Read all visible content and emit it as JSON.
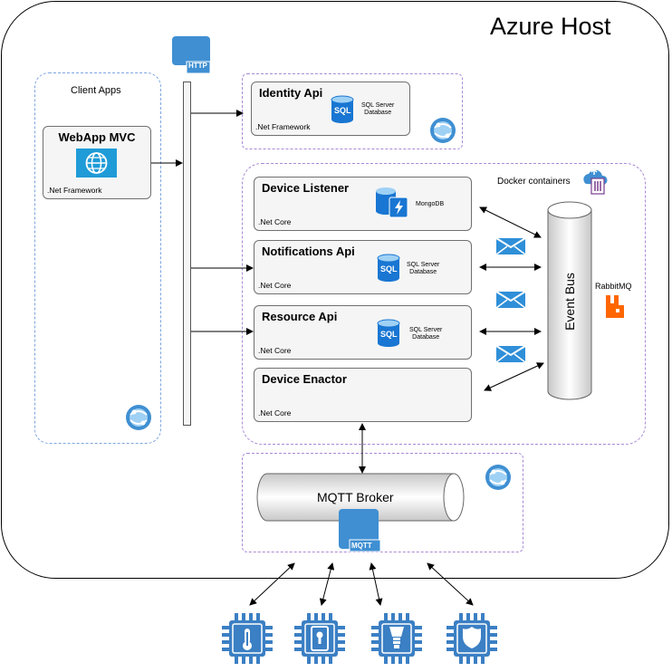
{
  "host": {
    "title": "Azure Host"
  },
  "client_apps": {
    "title": "Client Apps",
    "webapp": {
      "title": "WebApp MVC",
      "framework": ".Net Framework"
    }
  },
  "http_label": "HTTP",
  "identity": {
    "title": "Identity Api",
    "db": "SQL Server\nDatabase",
    "framework": ".Net Framework"
  },
  "docker": {
    "title": "Docker containers"
  },
  "services": [
    {
      "title": "Device Listener",
      "db": "MongoDB",
      "framework": ".Net Core"
    },
    {
      "title": "Notifications Api",
      "db": "SQL Server\nDatabase",
      "framework": ".Net Core"
    },
    {
      "title": "Resource Api",
      "db": "SQL Server\nDatabase",
      "framework": ".Net Core"
    },
    {
      "title": "Device Enactor",
      "db": "",
      "framework": ".Net Core"
    }
  ],
  "sql_icon_label": "SQL",
  "event_bus": {
    "title": "Event Bus"
  },
  "rabbitmq": {
    "title": "RabbitMQ"
  },
  "mqtt": {
    "title": "MQTT Broker",
    "icon_label": "MQTT"
  },
  "devices": [
    {
      "icon": "thermometer-chip-icon"
    },
    {
      "icon": "key-lock-chip-icon"
    },
    {
      "icon": "light-bulb-chip-icon"
    },
    {
      "icon": "shield-chip-icon"
    }
  ],
  "colors": {
    "azure_blue": "#3f8fd2",
    "dashed_blue": "#7ea6e0",
    "dashed_purple": "#a98ad6",
    "chip_blue": "#3b7fc4",
    "rabbit_orange": "#ff6600",
    "mail_blue": "#2f8fd8"
  }
}
